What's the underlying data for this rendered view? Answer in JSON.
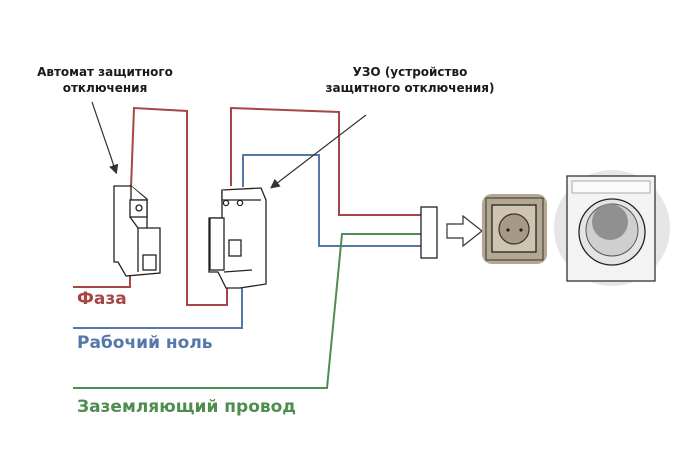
{
  "labels": {
    "breaker": [
      "Автомат защитного",
      "отключения"
    ],
    "rcd": [
      "УЗО (устройство",
      "защитного отключения)"
    ],
    "phase": "Фаза",
    "neutral": "Рабочий ноль",
    "ground": "Заземляющий провод"
  },
  "colors": {
    "phase": "#a84545",
    "neutral": "#5577aa",
    "ground": "#4f8d4f",
    "socket": "#b5a892"
  }
}
